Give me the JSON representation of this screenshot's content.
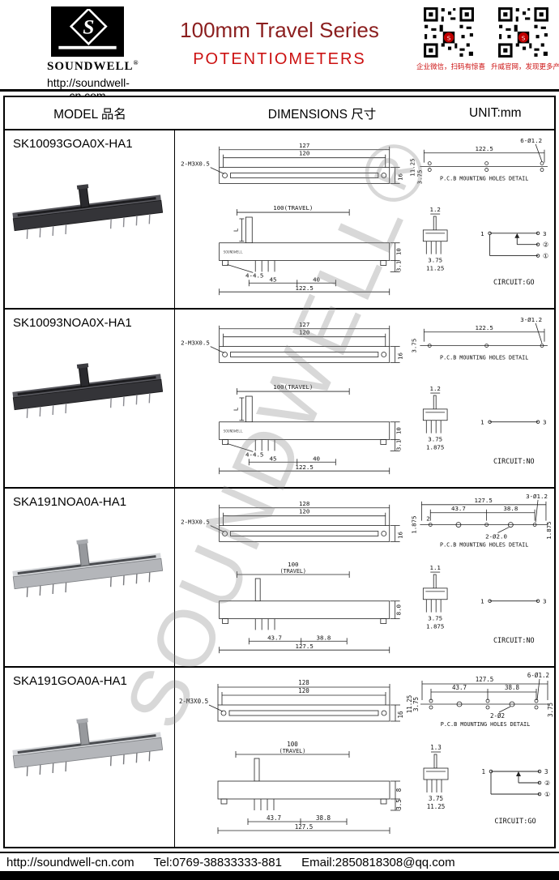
{
  "header": {
    "logo_name": "SOUNDWELL",
    "logo_reg": "®",
    "website": "http://soundwell-cn.com",
    "title": "100mm Travel Series",
    "subtitle": "POTENTIOMETERS",
    "qr_left_caption": "企业微信，扫码有惊喜",
    "qr_right_caption": "升威官网，发现更多产品"
  },
  "table": {
    "col_model": "MODEL 品名",
    "col_dimensions": "DIMENSIONS 尺寸",
    "col_unit": "UNIT:mm"
  },
  "watermark": "SOUNDWELL®",
  "rows": [
    {
      "model": "SK10093GOA0X-HA1",
      "top": {
        "overall": "127",
        "inner": "120",
        "screw": "2-M3X0.5",
        "height": "16"
      },
      "pcb": {
        "width": "122.5",
        "holes": "6-Ø1.2",
        "v1": "11.25",
        "v2": "3.75",
        "caption": "P.C.B MOUNTING HOLES DETAIL"
      },
      "side": {
        "travel": "100(TRAVEL)",
        "lever": "L",
        "brand": "SOUNDWELL",
        "holes": "4-4.5",
        "d1": "45",
        "d2": "40",
        "width": "122.5",
        "h1": "10",
        "h2": "3.1"
      },
      "front": {
        "knob": "1.2",
        "p1": "3.75",
        "p2": "11.25"
      },
      "circuit": {
        "t1": "1",
        "t3": "3",
        "c2": "②",
        "c1": "①",
        "label": "CIRCUIT:GO"
      }
    },
    {
      "model": "SK10093NOA0X-HA1",
      "top": {
        "overall": "127",
        "inner": "120",
        "screw": "2-M3X0.5",
        "height": "16"
      },
      "pcb": {
        "width": "122.5",
        "holes": "3-Ø1.2",
        "v1": "3.75",
        "caption": "P.C.B MOUNTING HOLES DETAIL"
      },
      "side": {
        "travel": "100(TRAVEL)",
        "lever": "L",
        "brand": "SOUNDWELL",
        "holes": "4-4.5",
        "d1": "45",
        "d2": "40",
        "width": "122.5",
        "h1": "10",
        "h2": "3.1"
      },
      "front": {
        "knob": "1.2",
        "p1": "3.75",
        "p2": "1.875"
      },
      "circuit": {
        "t1": "1",
        "t3": "3",
        "label": "CIRCUIT:NO"
      }
    },
    {
      "model": "SKA191NOA0A-HA1",
      "top": {
        "overall": "128",
        "inner": "120",
        "screw": "2-M3X0.5",
        "height": "16"
      },
      "pcb": {
        "width": "127.5",
        "d1": "43.7",
        "d2": "38.8",
        "holes": "3-Ø1.2",
        "holes2": "2-Ø2.0",
        "v1": "1.875",
        "v2": "2",
        "v3": "1.875",
        "caption": "P.C.B MOUNTING HOLES DETAIL"
      },
      "side": {
        "travel1": "100",
        "travel2": "(TRAVEL)",
        "d1": "43.7",
        "d2": "38.8",
        "width": "127.5",
        "h1": "8.0"
      },
      "front": {
        "knob": "1.1",
        "p1": "3.75",
        "p2": "1.875"
      },
      "circuit": {
        "t1": "1",
        "t3": "3",
        "label": "CIRCUIT:NO"
      }
    },
    {
      "model": "SKA191GOA0A-HA1",
      "top": {
        "overall": "128",
        "inner": "120",
        "screw": "2-M3X0.5",
        "height": "16"
      },
      "pcb": {
        "width": "127.5",
        "d1": "43.7",
        "d2": "38.8",
        "holes": "6-Ø1.2",
        "holes2": "2-Ø2",
        "v1": "11.25",
        "v2": "3.75",
        "v3": "3.75",
        "caption": "P.C.B MOUNTING HOLES DETAIL"
      },
      "side": {
        "travel1": "100",
        "travel2": "(TRAVEL)",
        "d1": "43.7",
        "d2": "38.8",
        "width": "127.5",
        "h1": "8",
        "h2": "3.5"
      },
      "front": {
        "knob": "1.3",
        "p1": "3.75",
        "p2": "11.25"
      },
      "circuit": {
        "t1": "1",
        "t3": "3",
        "c2": "②",
        "c1": "①",
        "label": "CIRCUIT:GO"
      }
    }
  ],
  "footer": {
    "website": "http://soundwell-cn.com",
    "tel": "Tel:0769-38833333-881",
    "email": "Email:2850818308@qq.com"
  }
}
